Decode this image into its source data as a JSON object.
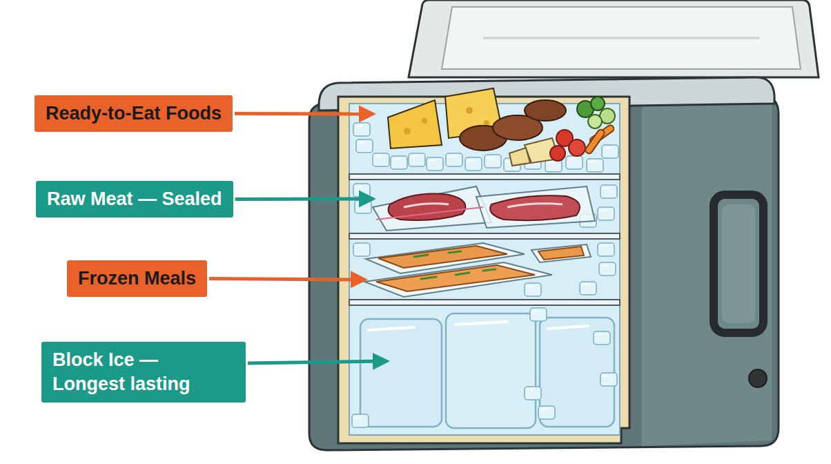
{
  "diagram": {
    "nodes": [
      {
        "text": [
          "Ready-to-Eat Foods"
        ]
      },
      {
        "text": [
          "Raw Meat — Sealed"
        ]
      },
      {
        "text": [
          "Frozen Meals"
        ]
      },
      {
        "text": [
          "Block Ice — Longest lasting"
        ]
      }
    ]
  }
}
